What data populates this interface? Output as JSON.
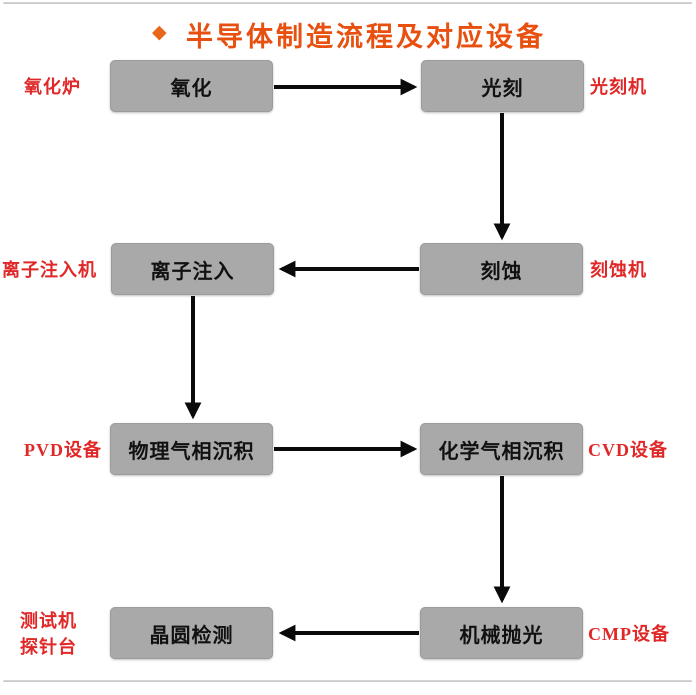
{
  "header": {
    "bullet": "◆",
    "title": "半导体制造流程及对应设备"
  },
  "flow": {
    "rows": [
      {
        "left_label": "氧化炉",
        "left_box": "氧化",
        "right_box": "光刻",
        "right_label": "光刻机"
      },
      {
        "left_label": "离子注入机",
        "left_box": "离子注入",
        "right_box": "刻蚀",
        "right_label": "刻蚀机"
      },
      {
        "left_label": "PVD设备",
        "left_box": "物理气相沉积",
        "right_box": "化学气相沉积",
        "right_label": "CVD设备"
      },
      {
        "left_label_line1": "测试机",
        "left_label_line2": "探针台",
        "left_box": "晶圆检测",
        "right_box": "机械抛光",
        "right_label": "CMP设备"
      }
    ],
    "edges": [
      {
        "from": "氧化",
        "to": "光刻"
      },
      {
        "from": "光刻",
        "to": "刻蚀"
      },
      {
        "from": "刻蚀",
        "to": "离子注入"
      },
      {
        "from": "离子注入",
        "to": "物理气相沉积"
      },
      {
        "from": "物理气相沉积",
        "to": "化学气相沉积"
      },
      {
        "from": "化学气相沉积",
        "to": "机械抛光"
      },
      {
        "from": "机械抛光",
        "to": "晶圆检测"
      }
    ]
  },
  "colors": {
    "accent_orange": "#e8500f",
    "label_red": "#e02828",
    "box_gray": "#a9a9a9",
    "arrow_black": "#0a0a0a",
    "divider_gray": "#cccccc"
  }
}
